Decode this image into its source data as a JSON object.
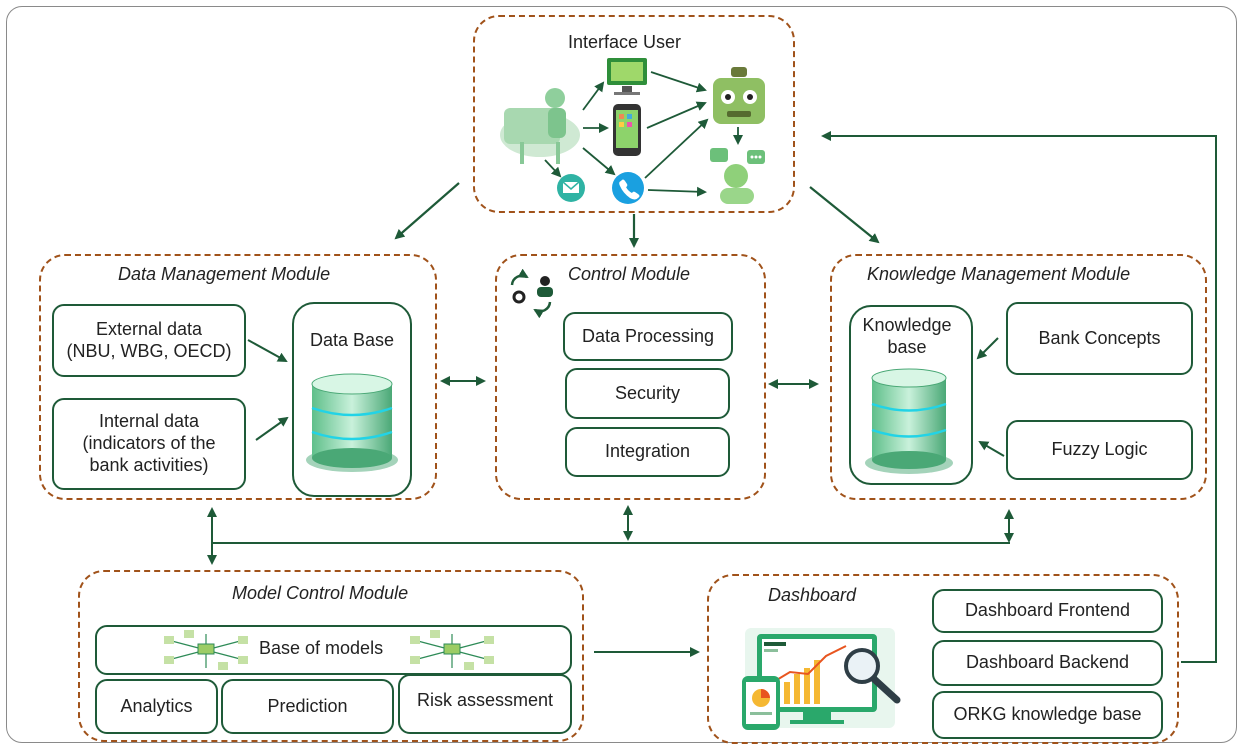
{
  "interface_user": {
    "title": "Interface User"
  },
  "data_management": {
    "title": "Data Management Module",
    "external_data": "External data\n(NBU, WBG, OECD)",
    "internal_data": "Internal data\n(indicators of the\nbank activities)",
    "database": "Data Base"
  },
  "control": {
    "title": "Control Module",
    "items": [
      "Data Processing",
      "Security",
      "Integration"
    ]
  },
  "knowledge_management": {
    "title": "Knowledge Management Module",
    "knowledge_base": "Knowledge\nbase",
    "bank_concepts": "Bank Concepts",
    "fuzzy_logic": "Fuzzy Logic"
  },
  "model_control": {
    "title": "Model Control Module",
    "base_of_models": "Base of models",
    "analytics": "Analytics",
    "prediction": "Prediction",
    "risk_assessment": "Risk assessment"
  },
  "dashboard": {
    "title": "Dashboard",
    "frontend": "Dashboard Frontend",
    "backend": "Dashboard Backend",
    "orkg": "ORKG knowledge base"
  },
  "colors": {
    "module_border": "#a0521a",
    "box_border": "#1e5a38",
    "arrow": "#1e5a38"
  }
}
